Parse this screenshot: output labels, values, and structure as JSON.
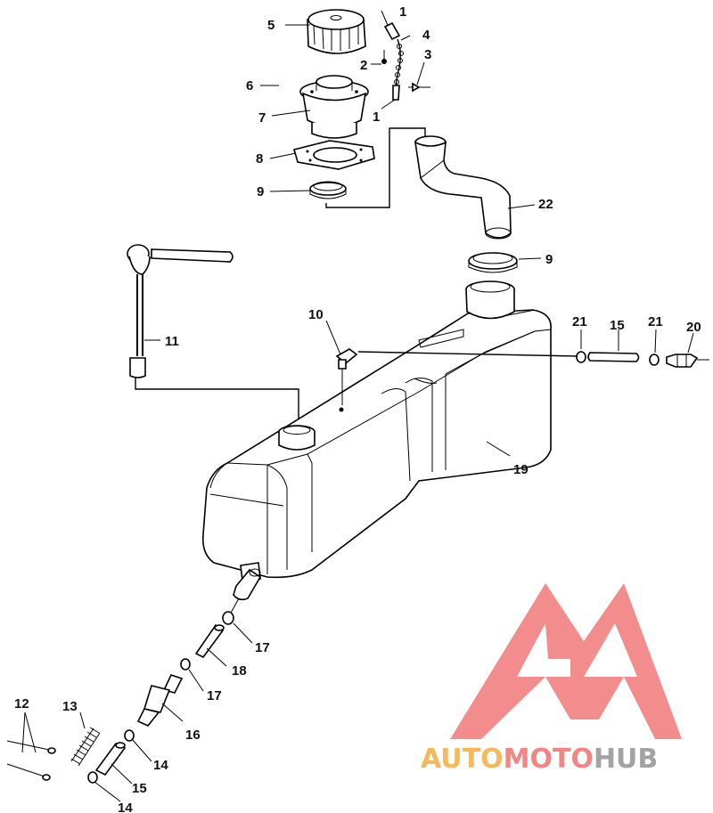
{
  "diagram": {
    "callouts": [
      {
        "id": "c1a",
        "text": "1"
      },
      {
        "id": "c1b",
        "text": "1"
      },
      {
        "id": "c2",
        "text": "2"
      },
      {
        "id": "c3",
        "text": "3"
      },
      {
        "id": "c4",
        "text": "4"
      },
      {
        "id": "c5",
        "text": "5"
      },
      {
        "id": "c6",
        "text": "6"
      },
      {
        "id": "c7",
        "text": "7"
      },
      {
        "id": "c8",
        "text": "8"
      },
      {
        "id": "c9a",
        "text": "9"
      },
      {
        "id": "c9b",
        "text": "9"
      },
      {
        "id": "c10",
        "text": "10"
      },
      {
        "id": "c11",
        "text": "11"
      },
      {
        "id": "c12",
        "text": "12"
      },
      {
        "id": "c13",
        "text": "13"
      },
      {
        "id": "c14a",
        "text": "14"
      },
      {
        "id": "c14b",
        "text": "14"
      },
      {
        "id": "c15a",
        "text": "15"
      },
      {
        "id": "c15b",
        "text": "15"
      },
      {
        "id": "c16",
        "text": "16"
      },
      {
        "id": "c17a",
        "text": "17"
      },
      {
        "id": "c17b",
        "text": "17"
      },
      {
        "id": "c18",
        "text": "18"
      },
      {
        "id": "c19",
        "text": "19"
      },
      {
        "id": "c20",
        "text": "20"
      },
      {
        "id": "c21a",
        "text": "21"
      },
      {
        "id": "c21b",
        "text": "21"
      },
      {
        "id": "c22",
        "text": "22"
      }
    ]
  },
  "watermark": {
    "part1": "AUTO",
    "part2": "MOTO",
    "part3": "HUB",
    "colors": {
      "auto": "#f2b24a",
      "moto": "#f07a78",
      "hub": "#9a9a9a",
      "logo": "#f06a6a"
    }
  }
}
